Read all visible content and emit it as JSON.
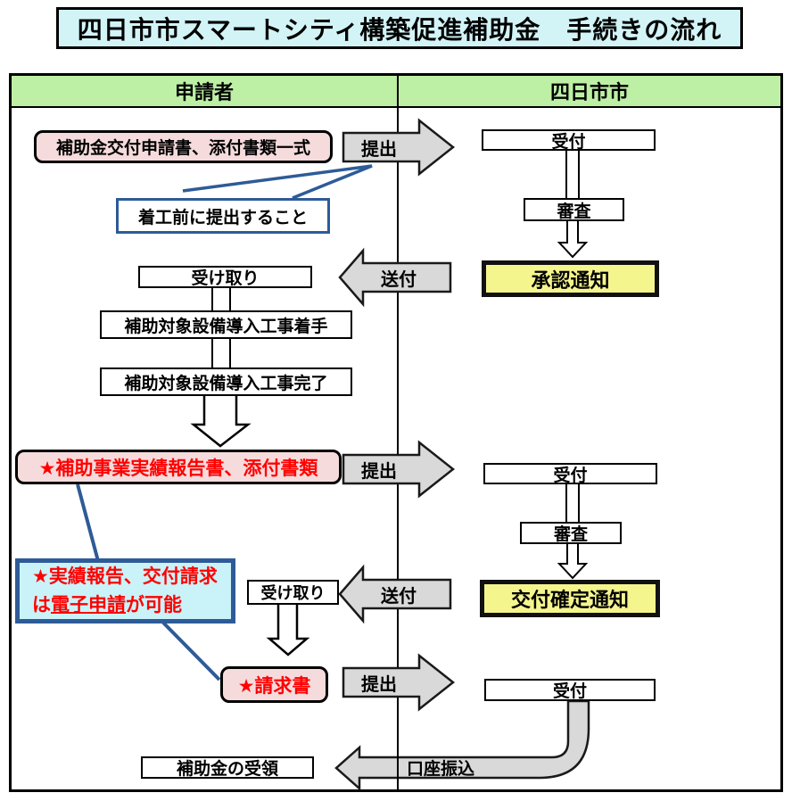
{
  "title": "四日市市スマートシティ構築促進補助金　手続きの流れ",
  "columns": {
    "left": "申請者",
    "right": "四日市市"
  },
  "applicant": {
    "application_box": "補助金交付申請書、添付書類一式",
    "callout": "着工前に提出すること",
    "receive1": "受け取り",
    "work_start": "補助対象設備導入工事着手",
    "work_complete": "補助対象設備導入工事完了",
    "report_box": "★補助事業実績報告書、添付書類",
    "note": {
      "line1": "★実績報告、交付請求",
      "line2_pre": "は",
      "line2_underline": "電子申請",
      "line2_post": "が可能"
    },
    "receive2": "受け取り",
    "invoice_box": "★請求書",
    "receipt_box": "補助金の受領"
  },
  "city": {
    "reception1": "受付",
    "review1": "審査",
    "approval_notice": "承認通知",
    "reception2": "受付",
    "review2": "審査",
    "grant_notice": "交付確定通知",
    "reception3": "受付"
  },
  "arrows": {
    "submit1": "提出",
    "send1": "送付",
    "submit2": "提出",
    "send2": "送付",
    "submit3": "提出",
    "bank_transfer": "口座振込"
  },
  "colors": {
    "title_fill": "#d2f4f7",
    "header_fill": "#bdf0a4",
    "pink_fill": "#f6dbdc",
    "yellow_fill": "#f5f58e",
    "note_fill": "#c9f3f9",
    "blue_accent": "#2e5b97",
    "arrow_gray": "#d9d9d9",
    "red_text": "#ff0000"
  }
}
